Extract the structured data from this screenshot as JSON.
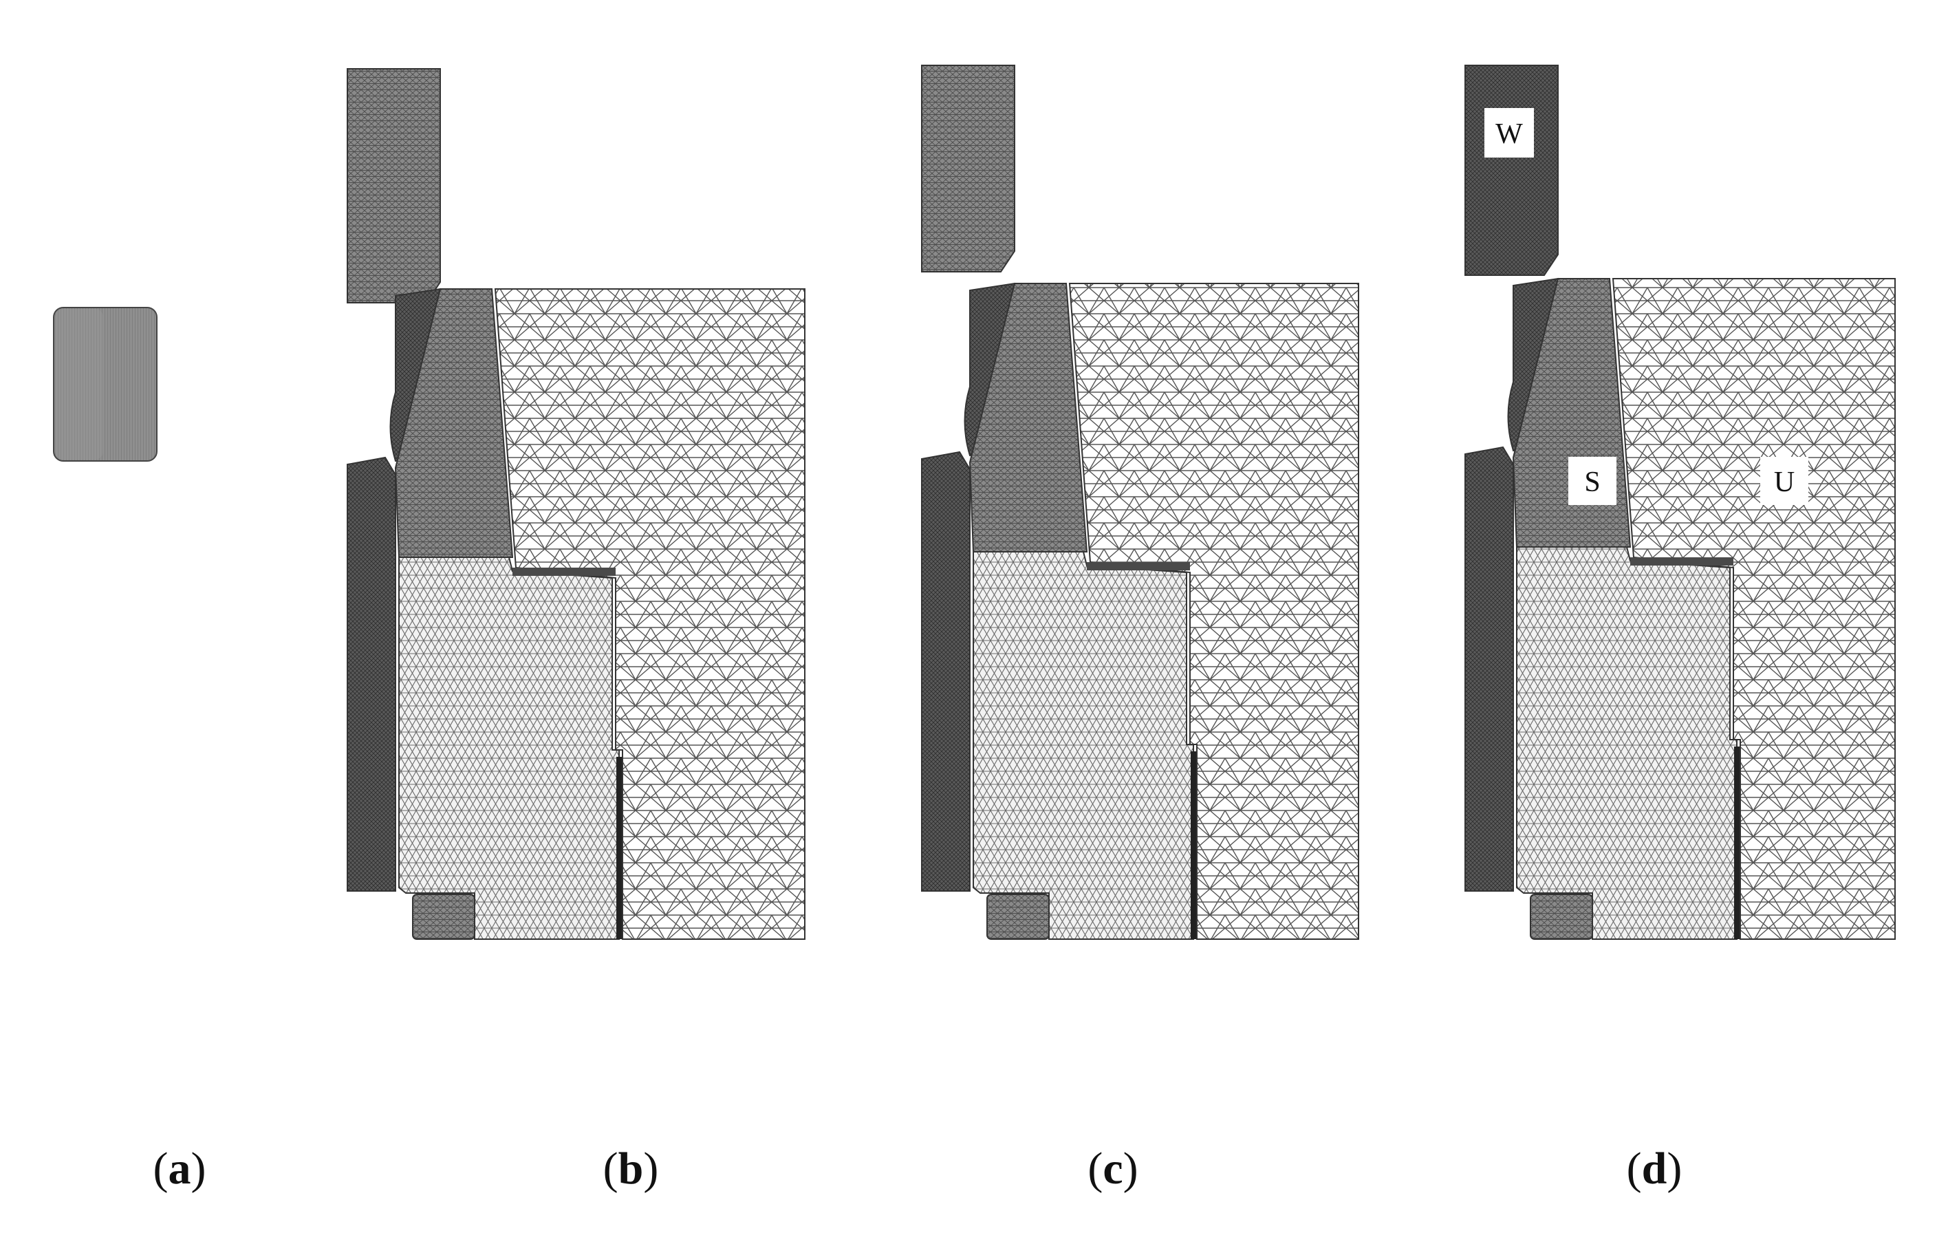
{
  "figure": {
    "panels": [
      {
        "id": "a",
        "label_open": "(",
        "label_letter": "a",
        "label_close": ")"
      },
      {
        "id": "b",
        "label_open": "(",
        "label_letter": "b",
        "label_close": ")"
      },
      {
        "id": "c",
        "label_open": "(",
        "label_letter": "c",
        "label_close": ")"
      },
      {
        "id": "d",
        "label_open": "(",
        "label_letter": "d",
        "label_close": ")"
      }
    ],
    "region_labels": {
      "workpiece": "W",
      "support": "S",
      "upper": "U"
    },
    "colors": {
      "background": "#ffffff",
      "dense_mesh": "#5e5e5e",
      "very_dense_mesh": "#3a3a3a",
      "medium_mesh": "#8a8a8a",
      "coarse_mesh_lines": "#555555",
      "outline": "#222222",
      "billet": "#8c8c8c"
    }
  }
}
